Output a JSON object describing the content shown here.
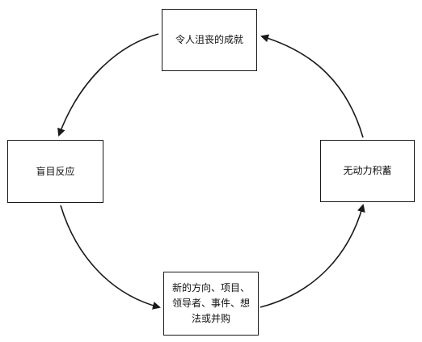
{
  "diagram": {
    "nodes": {
      "top": "令人沮丧的成就",
      "left": "盲目反应",
      "right": "无动力积蓄",
      "bottom": "新的方向、项目、领导者、事件、想法或并购"
    },
    "edges": [
      {
        "from": "top",
        "to": "left"
      },
      {
        "from": "left",
        "to": "bottom"
      },
      {
        "from": "bottom",
        "to": "right"
      },
      {
        "from": "right",
        "to": "top"
      }
    ],
    "colors": {
      "stroke": "#1a1a1a",
      "background": "#ffffff"
    }
  }
}
